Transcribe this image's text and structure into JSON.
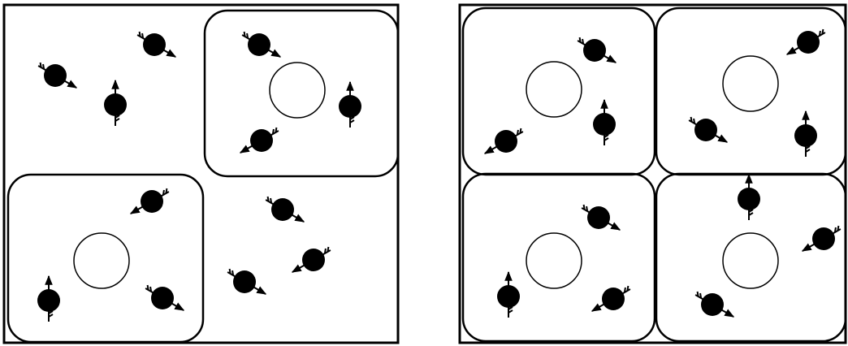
{
  "panels": [
    {
      "id": "left",
      "cells": [
        {
          "id": "cell-top-right",
          "particles": [
            {
              "id": "p1",
              "direction": "diag-down-right"
            },
            {
              "id": "p2",
              "direction": "up"
            },
            {
              "id": "p3",
              "direction": "diag-down-left"
            }
          ]
        },
        {
          "id": "cell-bottom-left",
          "particles": [
            {
              "id": "p1",
              "direction": "diag-down-left"
            },
            {
              "id": "p2",
              "direction": "up"
            },
            {
              "id": "p3",
              "direction": "diag-down-right"
            }
          ]
        }
      ],
      "free_particles": [
        {
          "id": "f1",
          "direction": "diag-down-right"
        },
        {
          "id": "f2",
          "direction": "diag-down-right"
        },
        {
          "id": "f3",
          "direction": "up"
        },
        {
          "id": "f4",
          "direction": "diag-down-right"
        },
        {
          "id": "f5",
          "direction": "diag-down-left"
        },
        {
          "id": "f6",
          "direction": "diag-down-right"
        }
      ]
    },
    {
      "id": "right",
      "cells": [
        {
          "id": "cell-top-left",
          "particles": [
            {
              "id": "p1",
              "direction": "diag-down-right"
            },
            {
              "id": "p2",
              "direction": "diag-down-left"
            },
            {
              "id": "p3",
              "direction": "up"
            }
          ]
        },
        {
          "id": "cell-top-right",
          "particles": [
            {
              "id": "p1",
              "direction": "diag-down-left"
            },
            {
              "id": "p2",
              "direction": "diag-down-right"
            },
            {
              "id": "p3",
              "direction": "up"
            }
          ]
        },
        {
          "id": "cell-bottom-left",
          "particles": [
            {
              "id": "p1",
              "direction": "diag-down-right"
            },
            {
              "id": "p2",
              "direction": "up"
            },
            {
              "id": "p3",
              "direction": "diag-down-left"
            }
          ]
        },
        {
          "id": "cell-bottom-right",
          "particles": [
            {
              "id": "p1",
              "direction": "up"
            },
            {
              "id": "p2",
              "direction": "diag-down-left"
            },
            {
              "id": "p3",
              "direction": "diag-down-right"
            }
          ]
        }
      ],
      "free_particles": []
    }
  ],
  "style": {
    "stroke": "#000000",
    "particle_fill": "#000000",
    "background": "#ffffff"
  }
}
